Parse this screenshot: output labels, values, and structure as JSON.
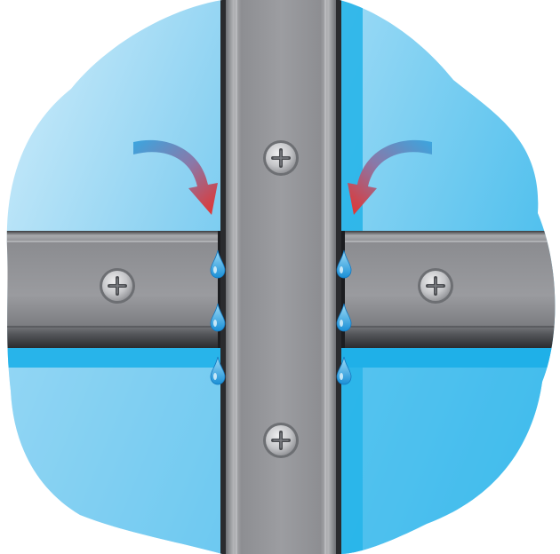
{
  "diagram": {
    "colors": {
      "background": "#ffffff",
      "glass_light": "#bfe6f8",
      "glass_mid": "#7ccdf0",
      "glass_deep": "#22b3e8",
      "metal_light": "#a6a7ab",
      "metal_mid": "#8b8c90",
      "metal_dark": "#54565a",
      "seam": "#1c1d20",
      "screw": "#c9cacd",
      "water_drop": "#1f9be0",
      "arrow_start": "#3ba3de",
      "arrow_end": "#e8312a"
    },
    "components": [
      {
        "name": "vertical-mullion",
        "icon": "metal-profile-vertical"
      },
      {
        "name": "left-transom",
        "icon": "metal-profile-horizontal"
      },
      {
        "name": "right-transom",
        "icon": "metal-profile-horizontal"
      },
      {
        "name": "screws",
        "count": 4,
        "icon": "phillips-screw-icon"
      },
      {
        "name": "water-drops",
        "count": 6,
        "icon": "water-drop-icon"
      },
      {
        "name": "arrows",
        "count": 2,
        "icon": "curved-arrow-icon"
      }
    ]
  }
}
